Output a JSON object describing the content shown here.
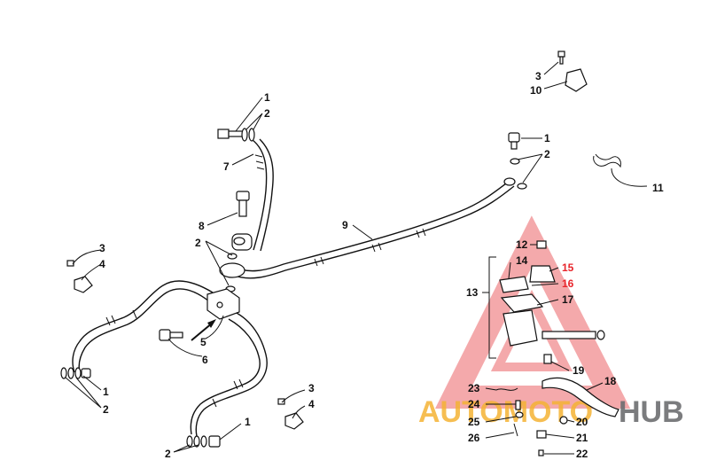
{
  "callouts": {
    "c1_top": "1",
    "c2_top": "2",
    "c7": "7",
    "c8": "8",
    "c2_mid": "2",
    "c3_top": "3",
    "c10": "10",
    "c1_right": "1",
    "c2_right": "2",
    "c11": "11",
    "c9": "9",
    "c3_left": "3",
    "c4_left": "4",
    "c5": "5",
    "c6": "6",
    "c1_left": "1",
    "c2_left": "2",
    "c3_bot": "3",
    "c4_bot": "4",
    "c1_bot": "1",
    "c2_bot": "2",
    "c12": "12",
    "c14": "14",
    "c15": "15",
    "c16": "16",
    "c13": "13",
    "c17": "17",
    "c19": "19",
    "c18": "18",
    "c23": "23",
    "c24": "24",
    "c25": "25",
    "c26": "26",
    "c20": "20",
    "c21": "21",
    "c22": "22"
  },
  "watermark": {
    "part1": "AUTOMOTO",
    "part2": "HUB"
  },
  "colors": {
    "line": "#111111",
    "accent": "#e8252b",
    "watermark_orange": "#f5b335",
    "watermark_gray": "#6d6e71"
  }
}
